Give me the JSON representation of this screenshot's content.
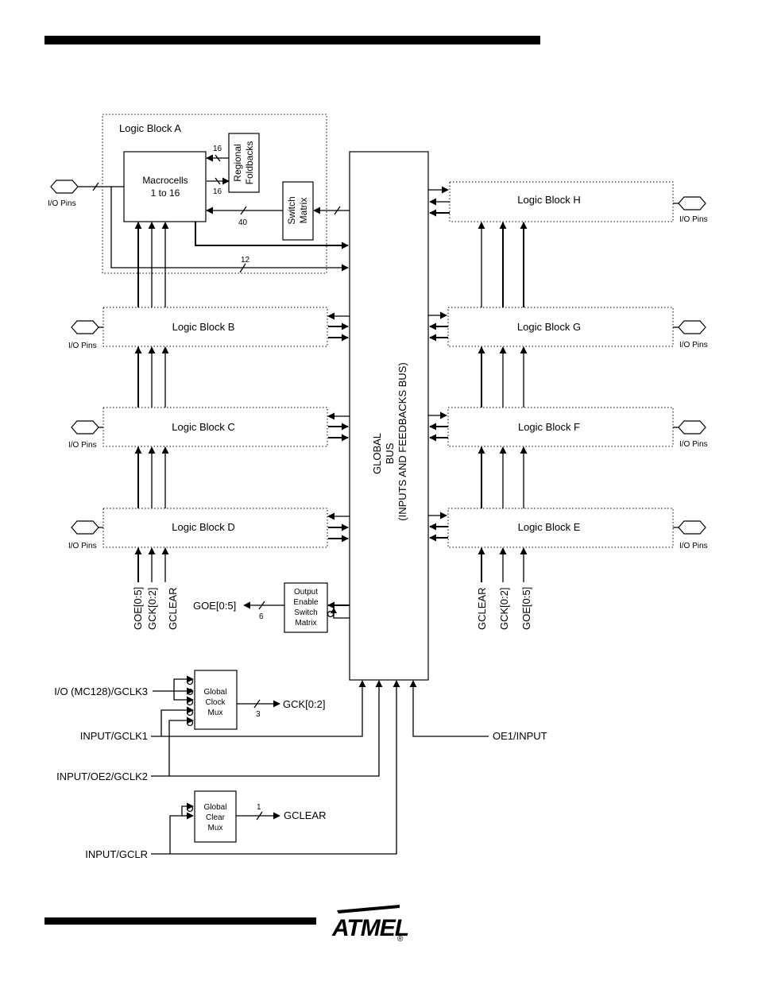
{
  "logic_block_a": {
    "title": "Logic Block A",
    "macrocells": [
      "Macrocells",
      "1 to 16"
    ],
    "regional_foldbacks": [
      "Regional",
      "Foldbacks"
    ],
    "switch_matrix": [
      "Switch",
      "Matrix"
    ],
    "bus_width_16_top": "16",
    "bus_width_16_bottom": "16",
    "bus_width_40": "40",
    "bus_width_12": "12"
  },
  "logic_blocks": {
    "b": "Logic Block B",
    "c": "Logic Block C",
    "d": "Logic Block D",
    "e": "Logic Block E",
    "f": "Logic Block F",
    "g": "Logic Block G",
    "h": "Logic Block H"
  },
  "io_pins_label": "I/O Pins",
  "global_bus": [
    "GLOBAL",
    "BUS",
    "(INPUTS AND FEEDBACKS BUS)"
  ],
  "bottom_left_signals": [
    "GOE[0:5]",
    "GCK[0:2]",
    "GCLEAR"
  ],
  "bottom_right_signals": [
    "GCLEAR",
    "GCK[0:2]",
    "GOE[0:5]"
  ],
  "output_enable": {
    "box": [
      "Output",
      "Enable",
      "Switch",
      "Matrix"
    ],
    "output": "GOE[0:5]",
    "width": "6"
  },
  "global_clock_mux": {
    "box": [
      "Global",
      "Clock",
      "Mux"
    ],
    "output": "GCK[0:2]",
    "width": "3"
  },
  "global_clear_mux": {
    "box": [
      "Global",
      "Clear",
      "Mux"
    ],
    "output": "GCLEAR",
    "width": "1"
  },
  "inputs": {
    "io_mc128": "I/O (MC128)/GCLK3",
    "gclk1": "INPUT/GCLK1",
    "oe2_gclk2": "INPUT/OE2/GCLK2",
    "gclr": "INPUT/GCLR",
    "oe1": "OE1/INPUT"
  },
  "logo": "ATMEL",
  "registered_mark": "®"
}
